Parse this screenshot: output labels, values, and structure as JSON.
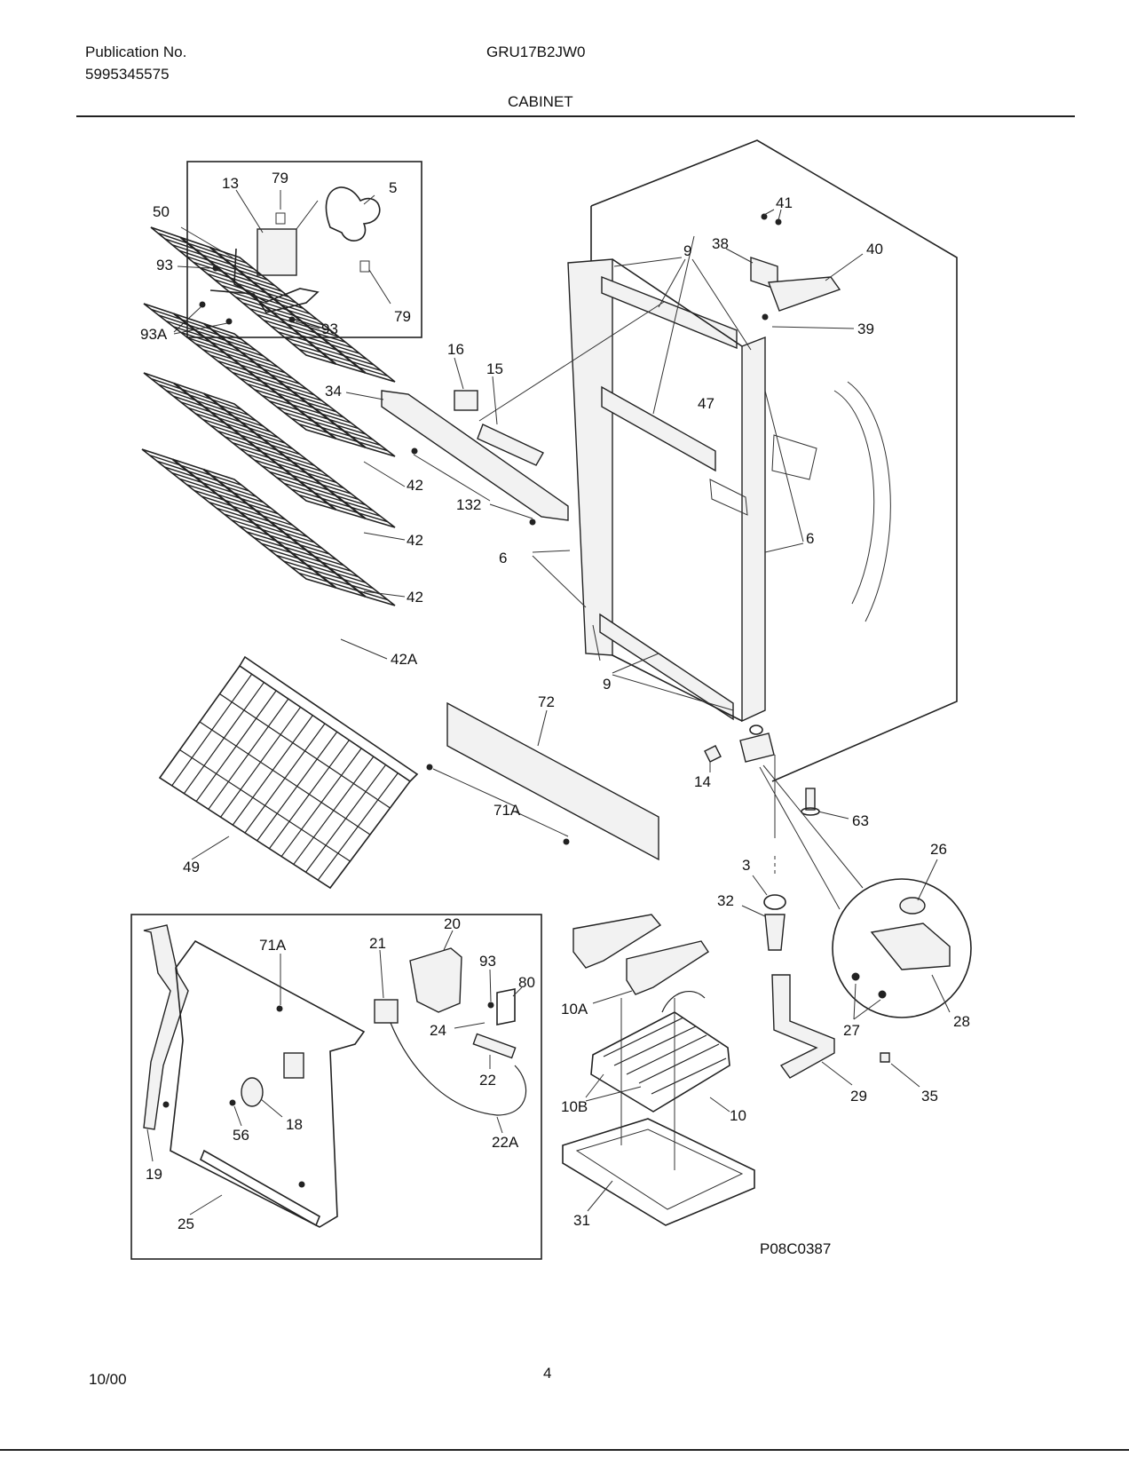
{
  "header": {
    "publication_label": "Publication No.",
    "publication_number": "5995345575",
    "model": "GRU17B2JW0",
    "section": "CABINET"
  },
  "footer": {
    "date": "10/00",
    "page": "4"
  },
  "diagram": {
    "figure_code": "P08C0387",
    "callouts": {
      "c13": "13",
      "c79a": "79",
      "c5": "5",
      "c50": "50",
      "c93a": "93",
      "c93A": "93A",
      "c93b": "93",
      "c79b": "79",
      "c41": "41",
      "c38": "38",
      "c40": "40",
      "c39": "39",
      "c9a": "9",
      "c16": "16",
      "c15": "15",
      "c34": "34",
      "c47": "47",
      "c42a": "42",
      "c42b": "42",
      "c42c": "42",
      "c42A": "42A",
      "c132": "132",
      "c6a": "6",
      "c6b": "6",
      "c9b": "9",
      "c72": "72",
      "c71Aa": "71A",
      "c49": "49",
      "c14": "14",
      "c63": "63",
      "c3": "3",
      "c32": "32",
      "c26": "26",
      "c27": "27",
      "c28": "28",
      "c29": "29",
      "c35": "35",
      "c20": "20",
      "c21": "21",
      "c71Ab": "71A",
      "c93c": "93",
      "c80": "80",
      "c24": "24",
      "c22": "22",
      "c22A": "22A",
      "c18": "18",
      "c56": "56",
      "c19": "19",
      "c25": "25",
      "c10A": "10A",
      "c10B": "10B",
      "c10": "10",
      "c31": "31"
    }
  }
}
